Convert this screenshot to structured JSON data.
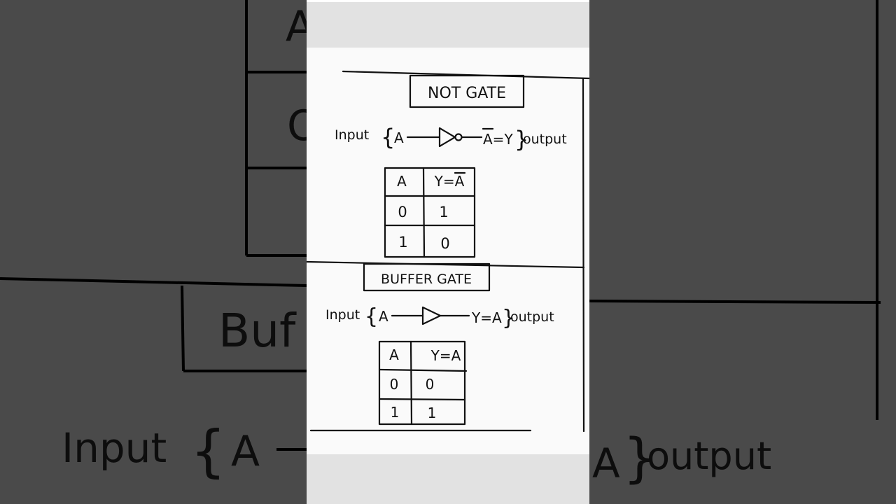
{
  "not_gate": {
    "title": "NOT GATE",
    "input_label": "Input",
    "brace_open": "{",
    "input_var": "A",
    "output_expr": "A=Y",
    "brace_close": "}",
    "output_label": "output",
    "table": {
      "headers": [
        "A",
        "Y=A"
      ],
      "rows": [
        [
          "0",
          "1"
        ],
        [
          "1",
          "0"
        ]
      ]
    }
  },
  "buffer_gate": {
    "title": "BUFFER GATE",
    "input_label": "Input",
    "brace_open": "{",
    "input_var": "A",
    "output_expr": "Y=A",
    "brace_close": "}",
    "output_label": "output",
    "table": {
      "headers": [
        "A",
        "Y=A"
      ],
      "rows": [
        [
          "0",
          "0"
        ],
        [
          "1",
          "1"
        ]
      ]
    }
  },
  "background": {
    "left_letter_top": "A",
    "left_letter_mid": "O",
    "buffer_fragment": "Buf",
    "input_fragment": "Input",
    "brace_left": "{",
    "var_left": "A",
    "var_right": "A",
    "brace_right": "}",
    "output_fragment": "output"
  }
}
